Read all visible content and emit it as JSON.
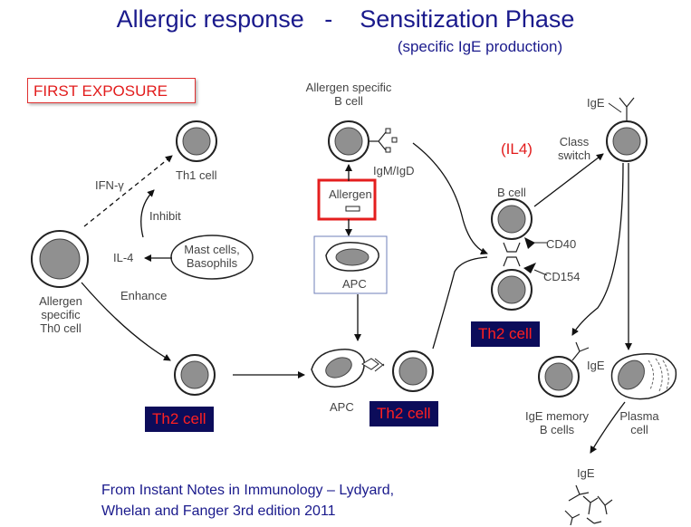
{
  "title": "Allergic response   -    Sensitization Phase",
  "subtitle": "(specific IgE production)",
  "first_exposure": "FIRST EXPOSURE",
  "labels": {
    "th1_cell": "Th1 cell",
    "ifn_gamma": "IFN-γ",
    "inhibit": "Inhibit",
    "il4": "IL-4",
    "mast_cells": [
      "Mast cells,",
      "Basophils"
    ],
    "enhance": "Enhance",
    "th0_cell": [
      "Allergen",
      "specific",
      "Th0 cell"
    ],
    "b_cell_top": [
      "Allergen specific",
      "B cell"
    ],
    "igm_igd": "IgM/IgD",
    "allergen": "Allergen",
    "apc_box": "APC",
    "apc_lower": "APC",
    "il4_red": "(IL4)",
    "b_cell": "B cell",
    "cd40": "CD40",
    "cd154": "CD154",
    "ige_top": "IgE",
    "class_switch": [
      "Class",
      "switch"
    ],
    "ige_mid": "IgE",
    "ige_memory": [
      "IgE memory",
      "B cells"
    ],
    "plasma_cell": [
      "Plasma",
      "cell"
    ],
    "ige_bottom": "IgE"
  },
  "badges": {
    "th2_left": "Th2 cell",
    "th2_mid": "Th2 cell",
    "th2_right": "Th2 cell"
  },
  "citation": [
    "From Instant Notes in Immunology – Lydyard,",
    "Whelan and Fanger 3rd edition 2011"
  ]
}
